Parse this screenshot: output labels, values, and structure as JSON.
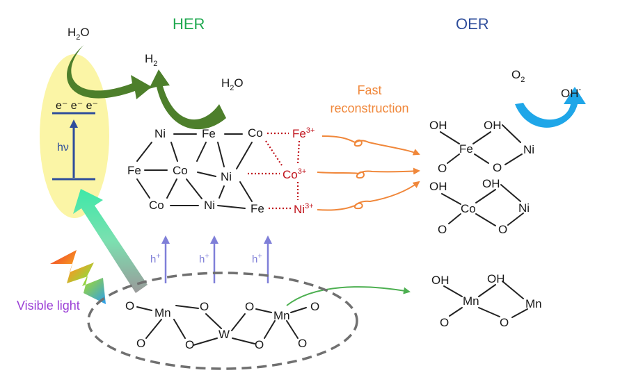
{
  "header": {
    "her": "HER",
    "oer": "OER"
  },
  "colors": {
    "her": "#1fa84f",
    "oer": "#2e4d9b",
    "ion": "#c0121b",
    "orange": "#f0873a",
    "holes": "#7f7fd8",
    "visible": "#9b3fd6"
  },
  "molecules": {
    "h2o_left_main": "H",
    "h2o_left_sub": "2",
    "h2o_left_end": "O",
    "h2_main": "H",
    "h2_sub": "2",
    "h2o_mid_main": "H",
    "h2o_mid_sub": "2",
    "h2o_mid_end": "O",
    "o2_main": "O",
    "o2_sub": "2",
    "oh_main": "OH",
    "oh_sup": "-"
  },
  "band": {
    "electrons": "e⁻ e⁻ e⁻",
    "hv": "hν"
  },
  "reconstruction": {
    "line1": "Fast",
    "line2": "reconstruction"
  },
  "ions": {
    "fe": "Fe",
    "fe_sup": "3+",
    "co": "Co",
    "co_sup": "3+",
    "ni": "Ni",
    "ni_sup": "3+"
  },
  "lattice": {
    "ni1": "Ni",
    "fe1": "Fe",
    "co1": "Co",
    "fe2": "Fe",
    "co2": "Co",
    "ni2": "Ni",
    "co3": "Co",
    "ni3": "Ni",
    "fe3": "Fe"
  },
  "holes": {
    "label": "h",
    "sup": "+"
  },
  "visible_light": "Visible light",
  "substrate": {
    "o1": "O",
    "mn1": "Mn",
    "o2": "O",
    "o3": "O",
    "mn2": "Mn",
    "o4": "O",
    "o5": "O",
    "o6": "O",
    "w": "W",
    "o7": "O",
    "o8": "O"
  },
  "products": {
    "fe_unit": {
      "oh1": "OH",
      "oh2": "OH",
      "metal": "Fe",
      "partner": "Ni",
      "o1": "O",
      "o2": "O"
    },
    "co_unit": {
      "oh1": "OH",
      "oh2": "OH",
      "metal": "Co",
      "partner": "Ni",
      "o1": "O",
      "o2": "O"
    },
    "mn_unit": {
      "oh1": "OH",
      "oh2": "OH",
      "metal": "Mn",
      "partner": "Mn",
      "o1": "O",
      "o2": "O"
    }
  }
}
